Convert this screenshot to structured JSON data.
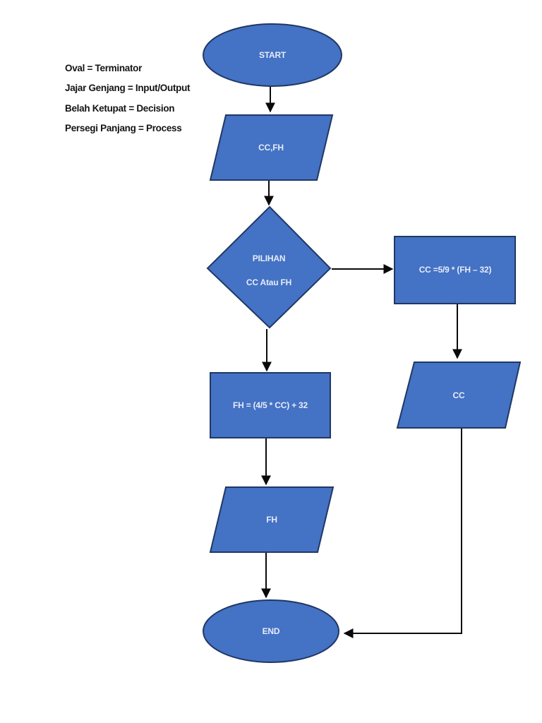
{
  "colors": {
    "background": "#ffffff",
    "shape_fill": "#4472c4",
    "shape_border": "#203864",
    "arrow_color": "#0a0a0a",
    "shape_text": "#e6ecf8",
    "legend_text": "#141414"
  },
  "legend": {
    "items": [
      "Oval = Terminator",
      "Jajar Genjang = Input/Output",
      "Belah Ketupat = Decision",
      "Persegi Panjang = Process"
    ]
  },
  "nodes": {
    "start": {
      "type": "terminator",
      "label": "START"
    },
    "input_ccfh": {
      "type": "input-output",
      "label": "CC,FH"
    },
    "decision": {
      "type": "decision",
      "label_line1": "PILIHAN",
      "label_line2": "CC Atau FH"
    },
    "process_cc": {
      "type": "process",
      "label": "CC =5/9 * (FH – 32)"
    },
    "output_cc": {
      "type": "input-output",
      "label": "CC"
    },
    "process_fh": {
      "type": "process",
      "label": "FH = (4/5 * CC) + 32"
    },
    "output_fh": {
      "type": "input-output",
      "label": "FH"
    },
    "end": {
      "type": "terminator",
      "label": "END"
    }
  },
  "edges": [
    {
      "from": "start",
      "to": "input_ccfh"
    },
    {
      "from": "input_ccfh",
      "to": "decision"
    },
    {
      "from": "decision",
      "to": "process_cc"
    },
    {
      "from": "process_cc",
      "to": "output_cc"
    },
    {
      "from": "decision",
      "to": "process_fh"
    },
    {
      "from": "process_fh",
      "to": "output_fh"
    },
    {
      "from": "output_fh",
      "to": "end"
    },
    {
      "from": "output_cc",
      "to": "end"
    }
  ]
}
